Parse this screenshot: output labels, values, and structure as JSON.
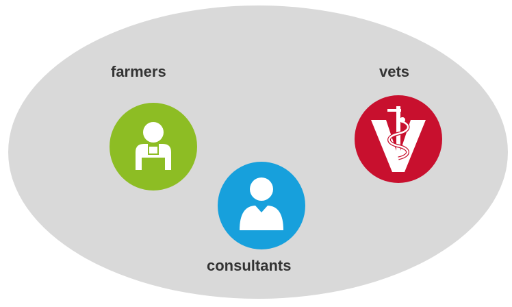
{
  "groups": {
    "farmers": {
      "label": "farmers",
      "color": "#8dbd24",
      "icon": "farmer-icon"
    },
    "vets": {
      "label": "vets",
      "color": "#c8102e",
      "icon": "veterinary-symbol-icon"
    },
    "consultants": {
      "label": "consultants",
      "color": "#17a0dc",
      "icon": "consultant-icon"
    }
  },
  "background": {
    "color": "#d9d9d9"
  }
}
